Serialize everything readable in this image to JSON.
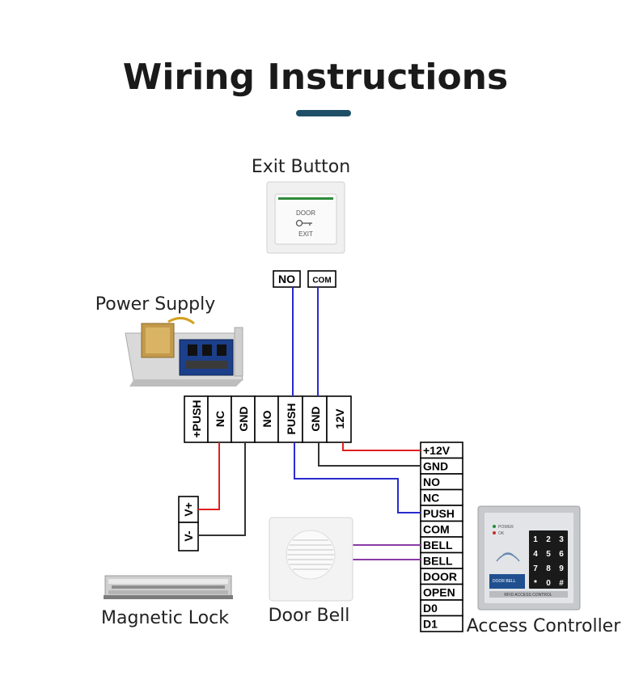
{
  "title": "Wiring Instructions",
  "colors": {
    "accent": "#1e4f66",
    "red_wire": "#e02020",
    "blue_wire": "#2a2ad0",
    "black_wire": "#333333",
    "purple_wire": "#8a3aa6"
  },
  "labels": {
    "exit_button": "Exit Button",
    "power_supply": "Power Supply",
    "magnetic_lock": "Magnetic Lock",
    "door_bell": "Door Bell",
    "access_controller": "Access Controller"
  },
  "exit_button": {
    "terminals": [
      "NO",
      "COM"
    ],
    "plate_text": [
      "DOOR",
      "EXIT"
    ]
  },
  "power_supply_terminals": [
    "+PUSH",
    "NC",
    "GND",
    "NO",
    "PUSH",
    "GND",
    "12V"
  ],
  "controller_terminals": [
    "+12V",
    "GND",
    "NO",
    "NC",
    "PUSH",
    "COM",
    "BELL",
    "BELL",
    "DOOR",
    "OPEN",
    "D0",
    "D1"
  ],
  "lock_terminals": [
    "V+",
    "V-"
  ],
  "keypad": {
    "indicators": [
      "POWER",
      "OK"
    ],
    "keys": [
      "1",
      "2",
      "3",
      "4",
      "5",
      "6",
      "7",
      "8",
      "9",
      "*",
      "0",
      "#"
    ],
    "badge": "DOOR BELL",
    "footer": "RFID ACCESS CONTROL"
  }
}
